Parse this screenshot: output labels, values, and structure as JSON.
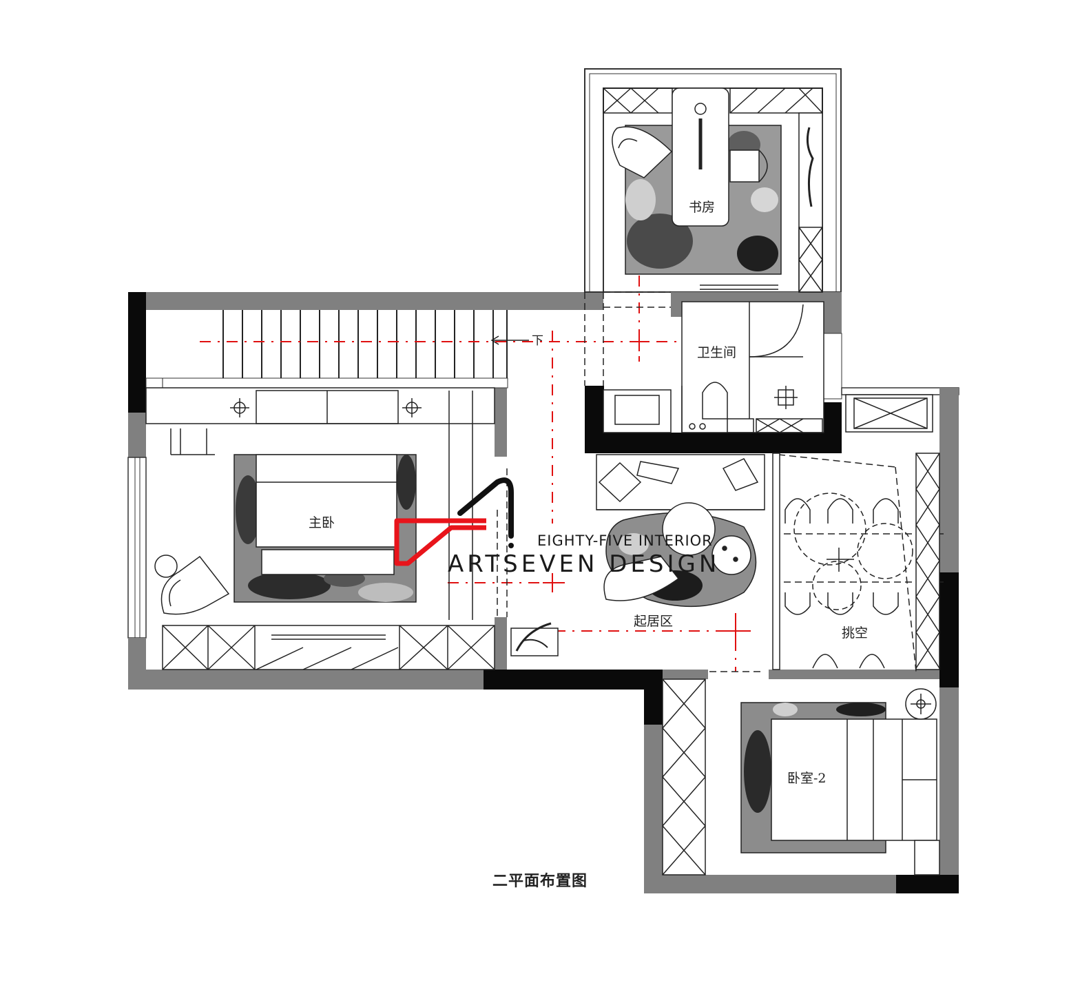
{
  "plan_title": "二平面布置图",
  "rooms": {
    "study": "书房",
    "bathroom": "卫生间",
    "master_bedroom": "主卧",
    "living_area": "起居区",
    "void": "挑空",
    "bedroom_2": "卧室-2"
  },
  "stair_direction": "下",
  "logo": {
    "line1": "EIGHTY-FIVE INTERIOR",
    "line2": "ARTSEVEN DESIGN",
    "red": "#e8141b",
    "black": "#111111"
  },
  "colors": {
    "wall_gray": "#808080",
    "wall_black": "#0a0a0a",
    "axis_red": "#e01010"
  }
}
